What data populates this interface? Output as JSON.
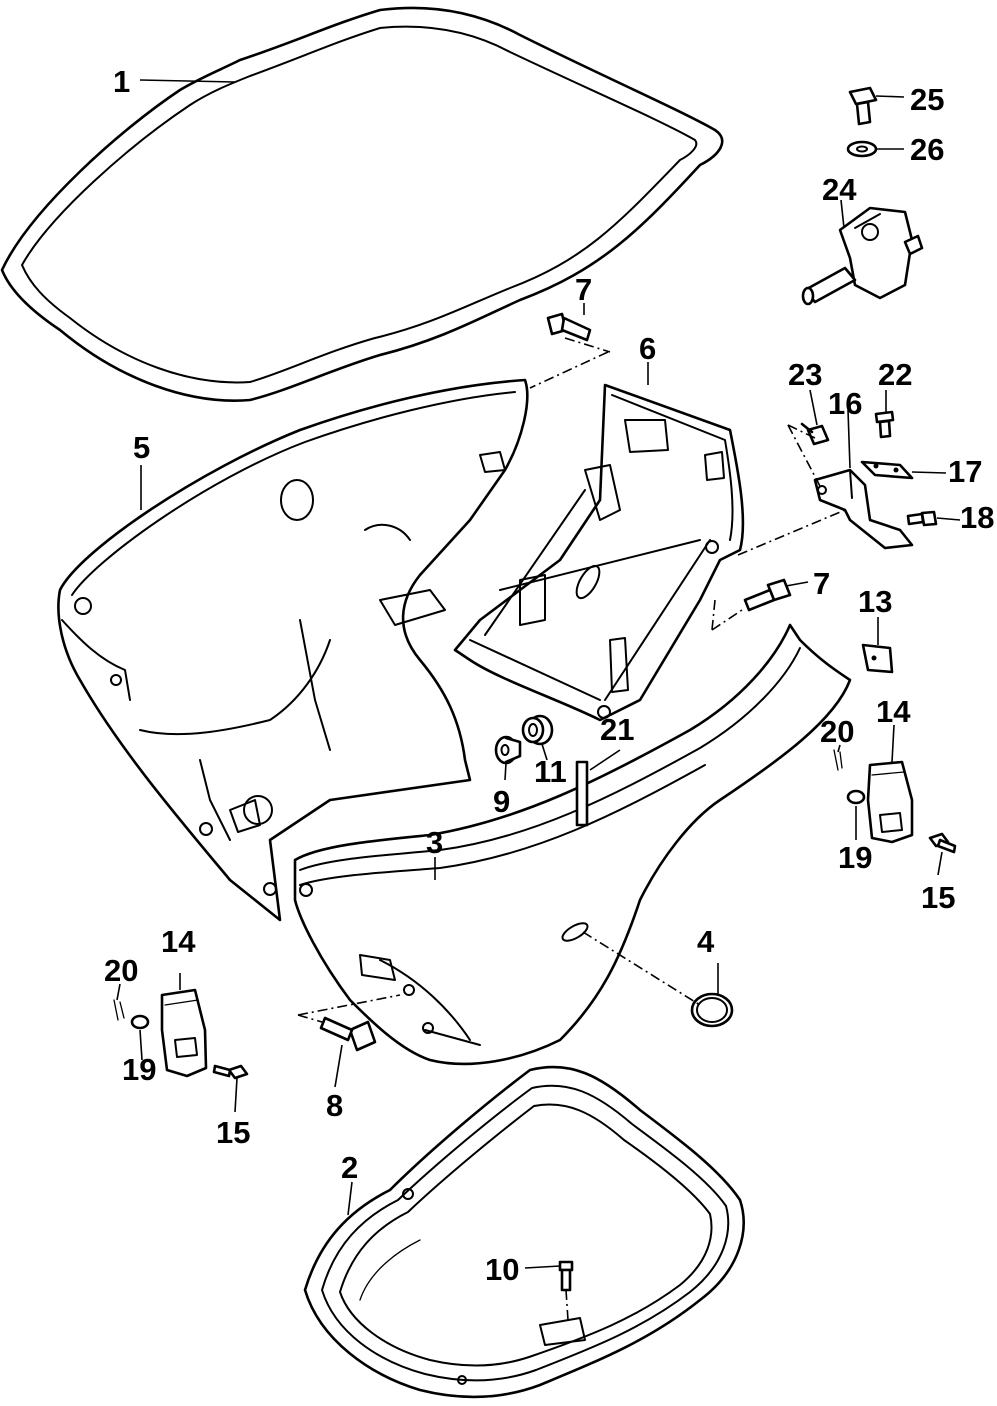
{
  "callouts": [
    {
      "id": "c1",
      "text": "1"
    },
    {
      "id": "c2",
      "text": "2"
    },
    {
      "id": "c3",
      "text": "3"
    },
    {
      "id": "c4",
      "text": "4"
    },
    {
      "id": "c5",
      "text": "5"
    },
    {
      "id": "c6",
      "text": "6"
    },
    {
      "id": "c7a",
      "text": "7"
    },
    {
      "id": "c7b",
      "text": "7"
    },
    {
      "id": "c8",
      "text": "8"
    },
    {
      "id": "c9",
      "text": "9"
    },
    {
      "id": "c10",
      "text": "10"
    },
    {
      "id": "c11",
      "text": "11"
    },
    {
      "id": "c13",
      "text": "13"
    },
    {
      "id": "c14a",
      "text": "14"
    },
    {
      "id": "c14b",
      "text": "14"
    },
    {
      "id": "c15a",
      "text": "15"
    },
    {
      "id": "c15b",
      "text": "15"
    },
    {
      "id": "c16",
      "text": "16"
    },
    {
      "id": "c17",
      "text": "17"
    },
    {
      "id": "c18",
      "text": "18"
    },
    {
      "id": "c19a",
      "text": "19"
    },
    {
      "id": "c19b",
      "text": "19"
    },
    {
      "id": "c20a",
      "text": "20"
    },
    {
      "id": "c20b",
      "text": "20"
    },
    {
      "id": "c21",
      "text": "21"
    },
    {
      "id": "c22",
      "text": "22"
    },
    {
      "id": "c23",
      "text": "23"
    },
    {
      "id": "c24",
      "text": "24"
    },
    {
      "id": "c25",
      "text": "25"
    },
    {
      "id": "c26",
      "text": "26"
    }
  ]
}
